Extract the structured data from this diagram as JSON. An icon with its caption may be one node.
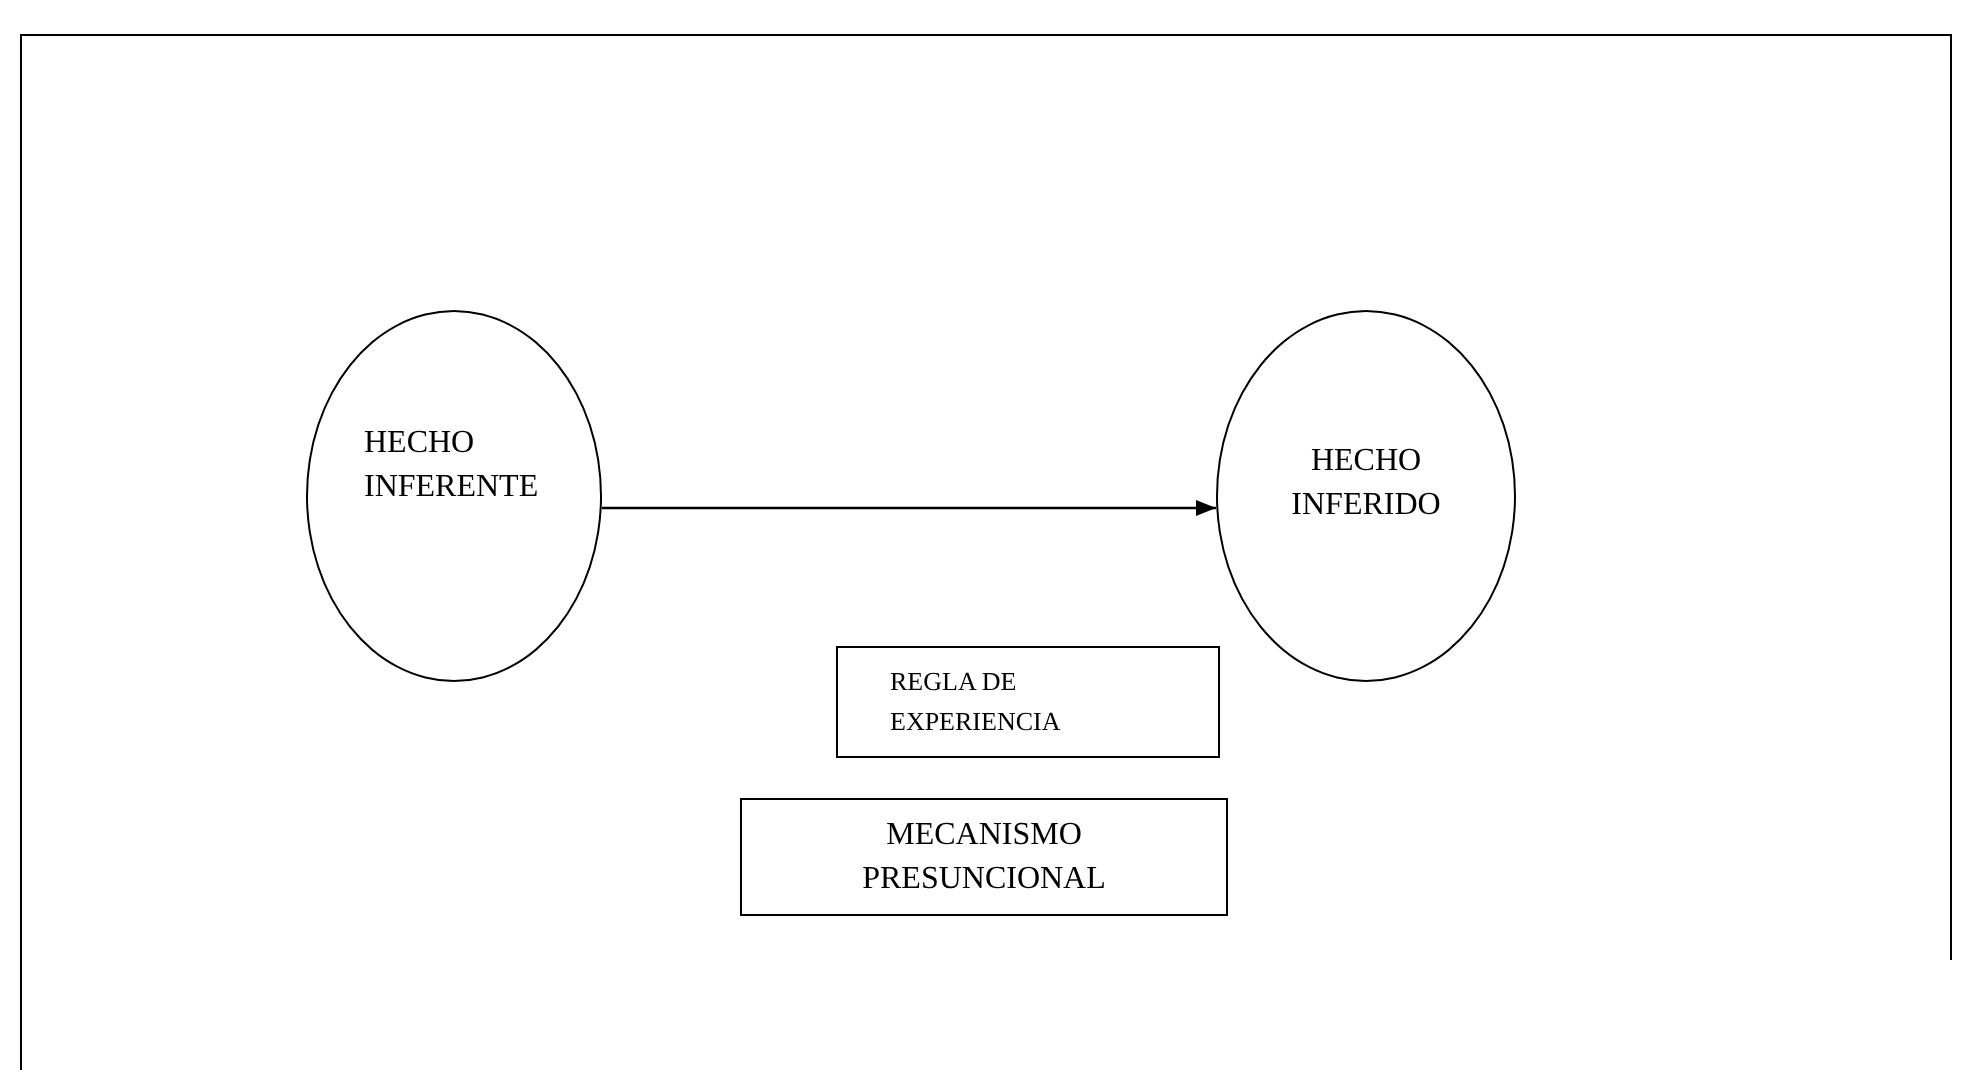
{
  "diagram": {
    "nodes": [
      {
        "text": [
          "HECHO INFERENTE"
        ]
      },
      {
        "text": [
          "HECHO INFERIDO"
        ]
      },
      {
        "text": [
          "REGLA DE EXPERIENCIA"
        ]
      },
      {
        "text": [
          "MECANISMO PRESUNCIONAL"
        ]
      }
    ],
    "edges": [
      {
        "from": 0,
        "to": 1,
        "arrow": "to"
      }
    ]
  }
}
